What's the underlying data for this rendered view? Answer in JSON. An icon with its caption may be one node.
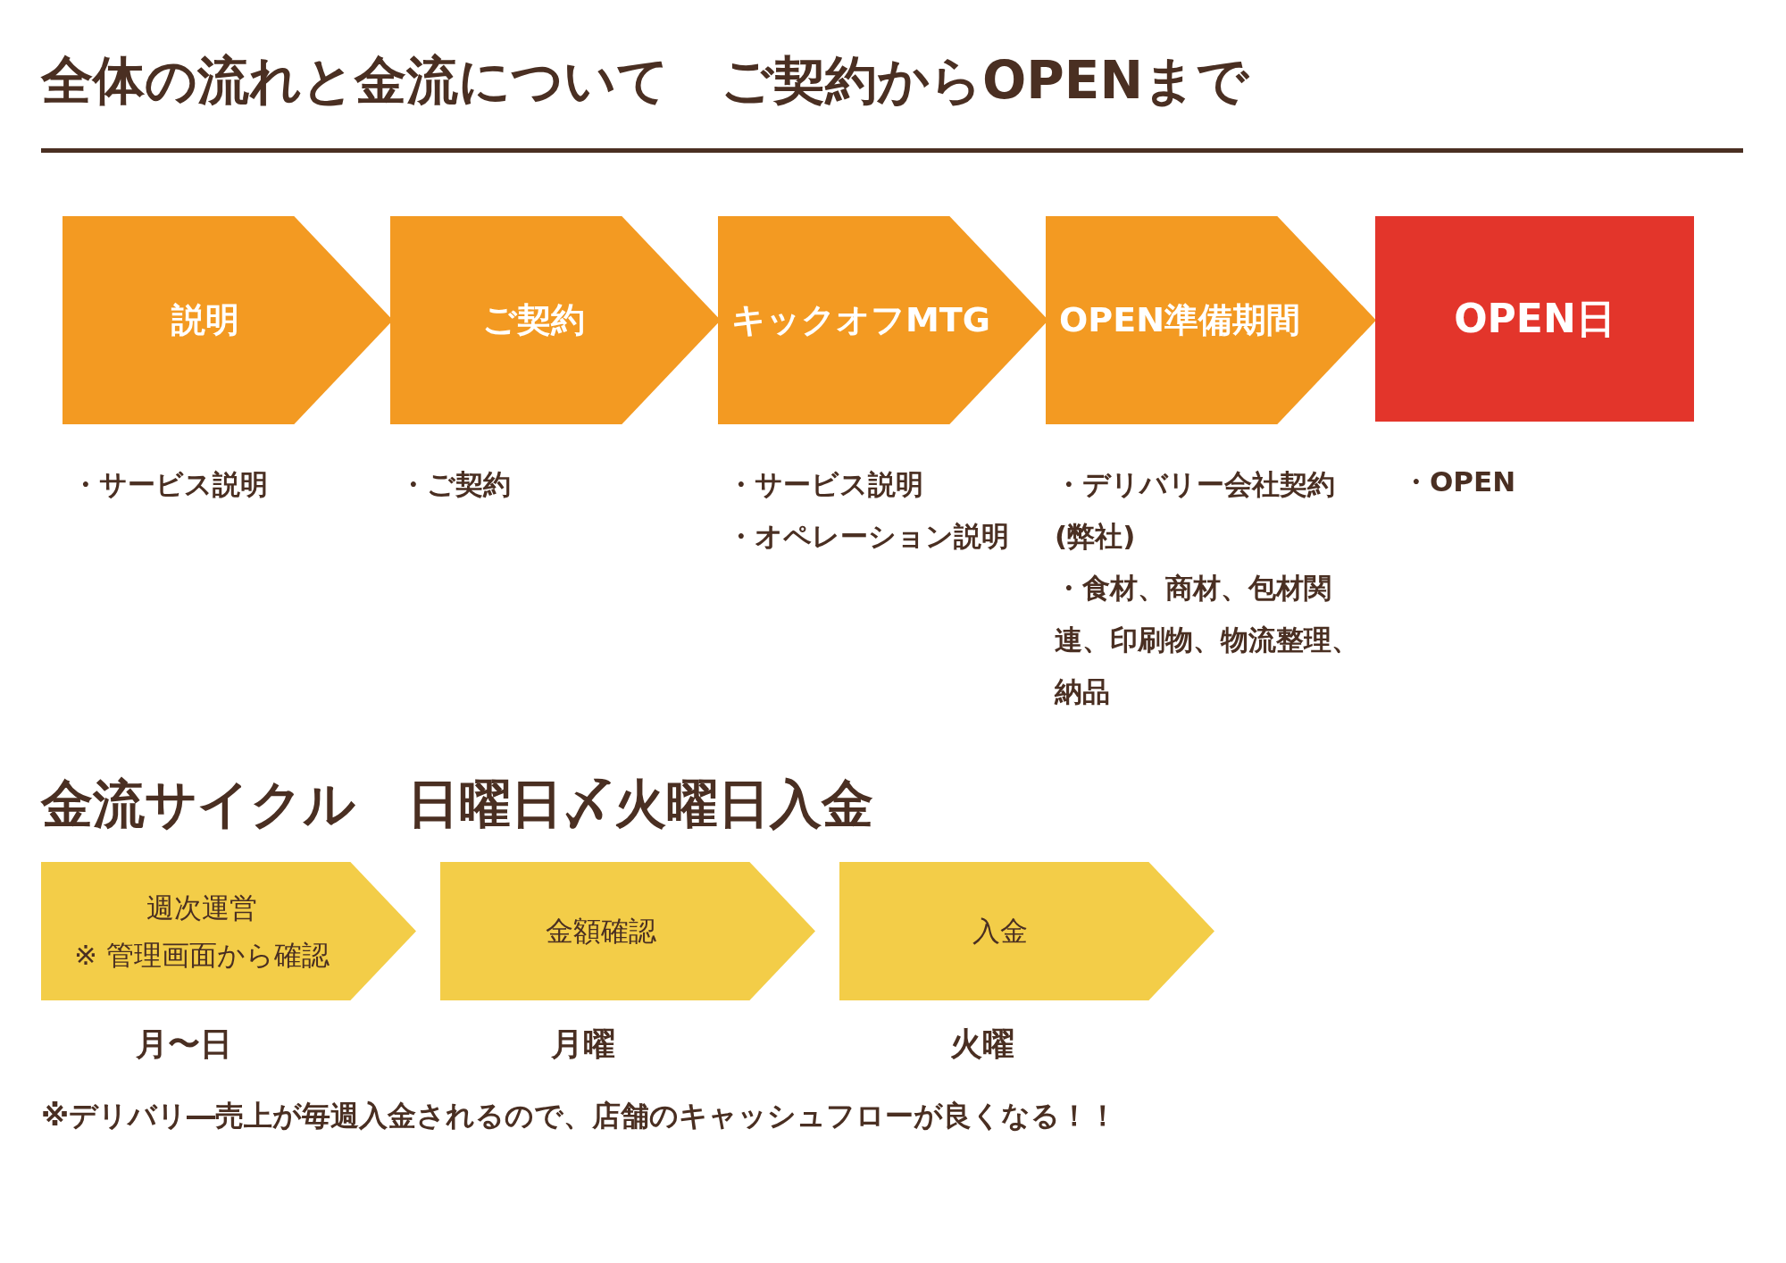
{
  "diagram": {
    "title": "全体の流れと金流について　ご契約からOPENまで",
    "nodes": [
      {
        "text": [
          "説明"
        ],
        "beside": [
          "・サービス説明"
        ]
      },
      {
        "text": [
          "ご契約"
        ],
        "beside": [
          "・ご契約"
        ]
      },
      {
        "text": [
          "キックオフMTG"
        ],
        "beside": [
          "・サービス説明",
          "・オペレーション説明"
        ]
      },
      {
        "text": [
          "OPEN準備期間"
        ],
        "beside": [
          "・デリバリー会社契約(弊社)",
          "・食材、商材、包材関連、印刷物、物流整理、納品"
        ]
      },
      {
        "text": [
          "OPEN日"
        ],
        "beside": [
          "・OPEN"
        ]
      },
      {
        "text": [
          "週次運営",
          "※ 管理画面から確認"
        ],
        "beside": [
          "月〜日"
        ]
      },
      {
        "text": [
          "金額確認"
        ],
        "beside": [
          "月曜"
        ]
      },
      {
        "text": [
          "入金"
        ],
        "beside": [
          "火曜"
        ]
      }
    ],
    "labels": [
      "金流サイクル　日曜日〆火曜日入金",
      "※デリバリ―売上が毎週入金されるので、店舗のキャッシュフローが良くなる！！"
    ]
  }
}
